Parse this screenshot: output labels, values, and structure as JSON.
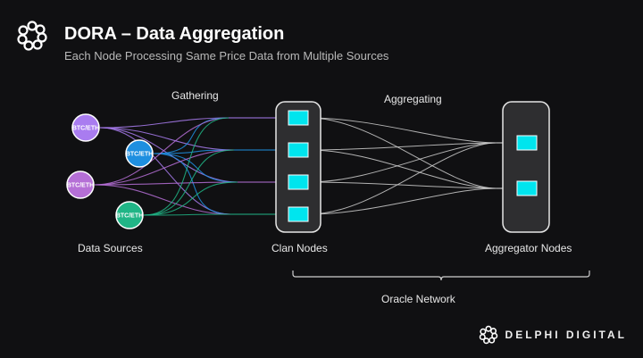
{
  "header": {
    "title": "DORA – Data Aggregation",
    "subtitle": "Each Node Processing Same Price Data from Multiple Sources"
  },
  "stages": {
    "gathering": "Gathering",
    "aggregating": "Aggregating"
  },
  "sources": [
    {
      "label": "BTC/ETH",
      "color": "#a97cf0"
    },
    {
      "label": "BTC/ETH",
      "color": "#1e8fe0"
    },
    {
      "label": "BTC/ETH",
      "color": "#b56fd6"
    },
    {
      "label": "BTC/ETH",
      "color": "#20b586"
    }
  ],
  "clan_nodes": {
    "count": 4,
    "color": "#00e5ee"
  },
  "aggregator_nodes": {
    "count": 2,
    "color": "#00e5ee"
  },
  "labels": {
    "data_sources": "Data Sources",
    "clan_nodes": "Clan Nodes",
    "aggregator_nodes": "Aggregator Nodes",
    "oracle_network": "Oracle Network"
  },
  "footer": {
    "brand": "DELPHI DIGITAL"
  }
}
